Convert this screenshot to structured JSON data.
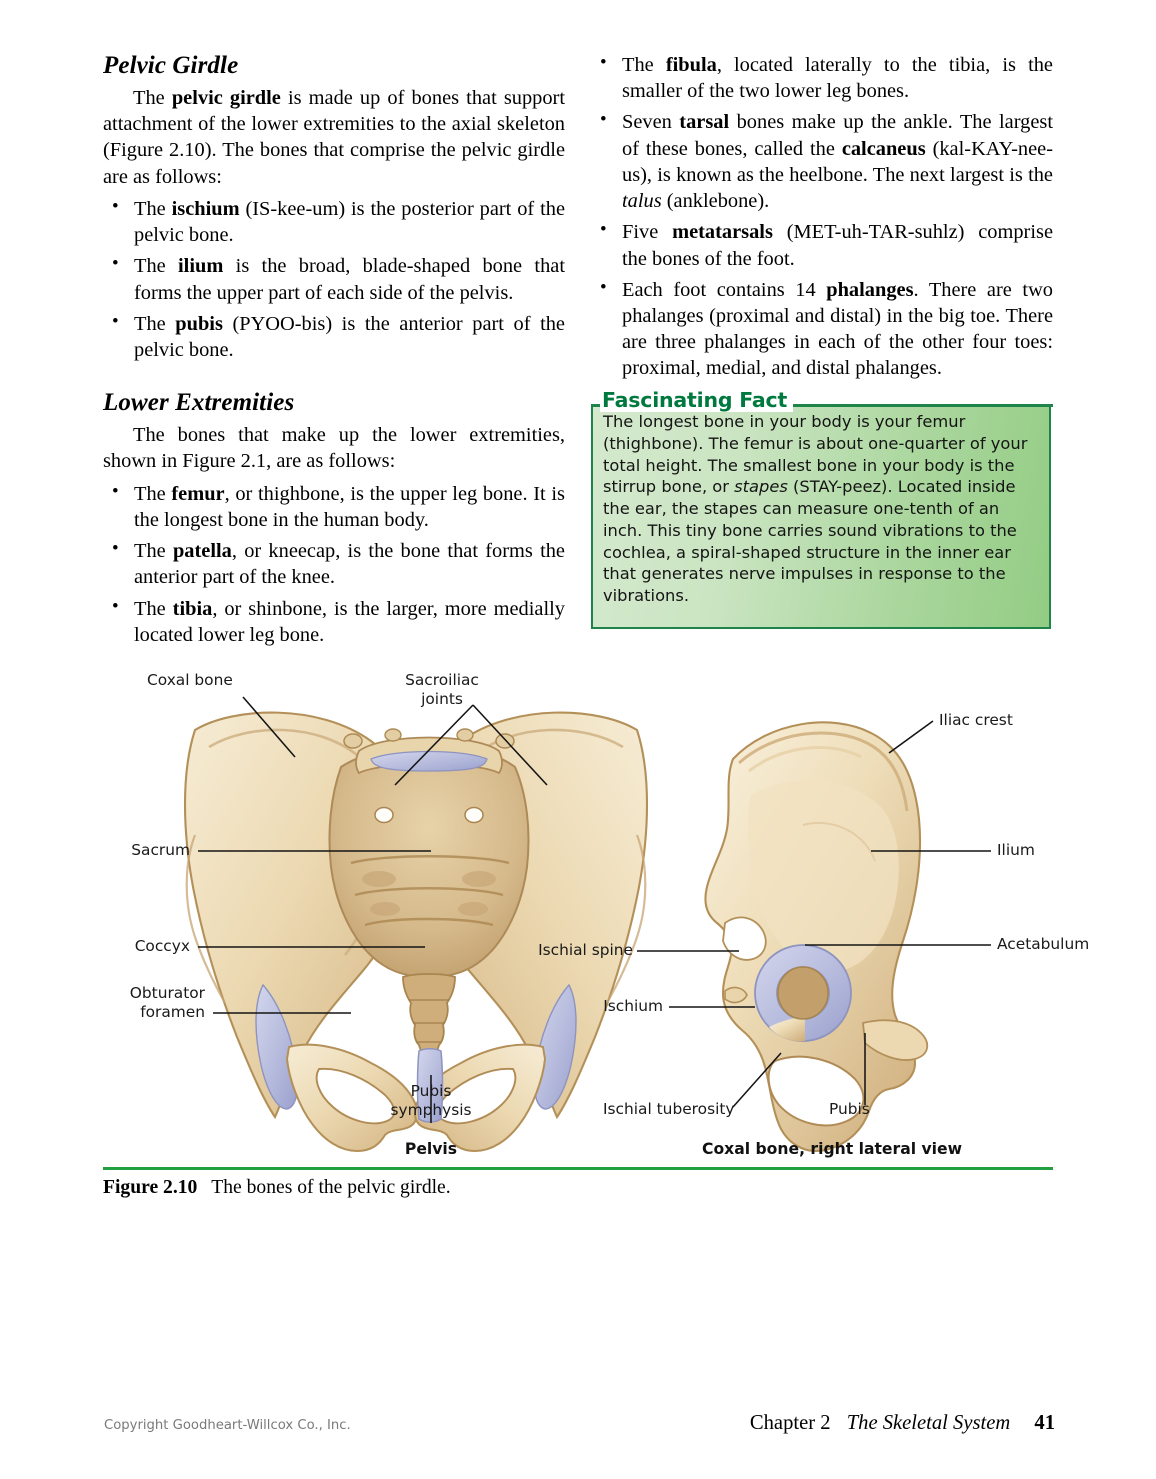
{
  "colors": {
    "accent_green_title": "#00793f",
    "box_border_green": "#1e8449",
    "figure_rule_green": "#22a03f",
    "bone_light": "#f4e3c4",
    "bone_mid": "#e3c89b",
    "bone_dark": "#c9a675",
    "cartilage_blue": "#bcc0dd",
    "footer_gray": "#7a7a7a"
  },
  "left_column": {
    "heading_1": "Pelvic Girdle",
    "paragraph_1_html": "The <b>pelvic girdle</b> is made up of bones that support attachment of the lower extremities to the axial skeleton (Figure 2.10). The bones that comprise the pelvic girdle are as follows:",
    "bullets_1": [
      "The <b>ischium</b> (IS-kee-um) is the posterior part of the pelvic bone.",
      "The <b>ilium</b> is the broad, blade-shaped bone that forms the upper part of each side of the pelvis.",
      "The <b>pubis</b> (PYOO-bis) is the anterior part of the pelvic bone."
    ],
    "heading_2": "Lower Extremities",
    "paragraph_2_html": "The bones that make up the lower extremities, shown in Figure 2.1, are as follows:",
    "bullets_2": [
      "The <b>femur</b>, or thighbone, is the upper leg bone. It is the longest bone in the human body.",
      "The <b>patella</b>, or kneecap, is the bone that forms the anterior part of the knee.",
      "The <b>tibia</b>, or shinbone, is the larger, more medially located lower leg bone."
    ]
  },
  "right_column": {
    "bullets": [
      "The <b>fibula</b>, located laterally to the tibia, is the smaller of the two lower leg bones.",
      "Seven <b>tarsal</b> bones make up the ankle. The largest of these bones, called the <b>calcaneus</b> (kal-KAY-nee-us), is known as the heelbone. The next largest is the <i>talus</i> (anklebone).",
      "Five <b>metatarsals</b> (MET-uh-TAR-suhlz) comprise the bones of the foot.",
      "Each foot contains 14 <b>phalanges</b>. There are two phalanges (proximal and distal) in the big toe. There are three phalanges in each of the other four toes: proximal, medial, and distal phalanges."
    ]
  },
  "fascinating_fact": {
    "title": "Fascinating Fact",
    "body_html": "The longest bone in your body is your femur (thighbone). The femur is about one-quarter of your total height. The smallest bone in your body is the stirrup bone, or <span class=\"it\">stapes</span> (STAY-peez). Located inside the ear, the stapes can measure one-tenth of an inch. This tiny bone carries sound vibrations to the cochlea, a spiral-shaped structure in the inner ear that generates nerve impulses in response to the vibrations."
  },
  "figure": {
    "caption_number": "Figure 2.10",
    "caption_text": "The bones of the pelvic girdle.",
    "panels": [
      {
        "subtitle": "Pelvis"
      },
      {
        "subtitle": "Coxal bone, right lateral view"
      }
    ],
    "labels_pelvis": [
      {
        "text": "Coxal bone"
      },
      {
        "text": "Sacroiliac"
      },
      {
        "text": "joints"
      },
      {
        "text": "Sacrum"
      },
      {
        "text": "Coccyx"
      },
      {
        "text": "Obturator"
      },
      {
        "text": "foramen"
      },
      {
        "text": "Pubis"
      },
      {
        "text": "symphysis"
      }
    ],
    "labels_coxal": [
      {
        "text": "Iliac crest"
      },
      {
        "text": "Ilium"
      },
      {
        "text": "Acetabulum"
      },
      {
        "text": "Ischial spine"
      },
      {
        "text": "Ischium"
      },
      {
        "text": "Ischial tuberosity"
      },
      {
        "text": "Pubis"
      }
    ]
  },
  "footer": {
    "copyright": "Copyright Goodheart-Willcox Co., Inc.",
    "chapter": "Chapter 2",
    "book_section": "The Skeletal System",
    "page_number": "41"
  }
}
